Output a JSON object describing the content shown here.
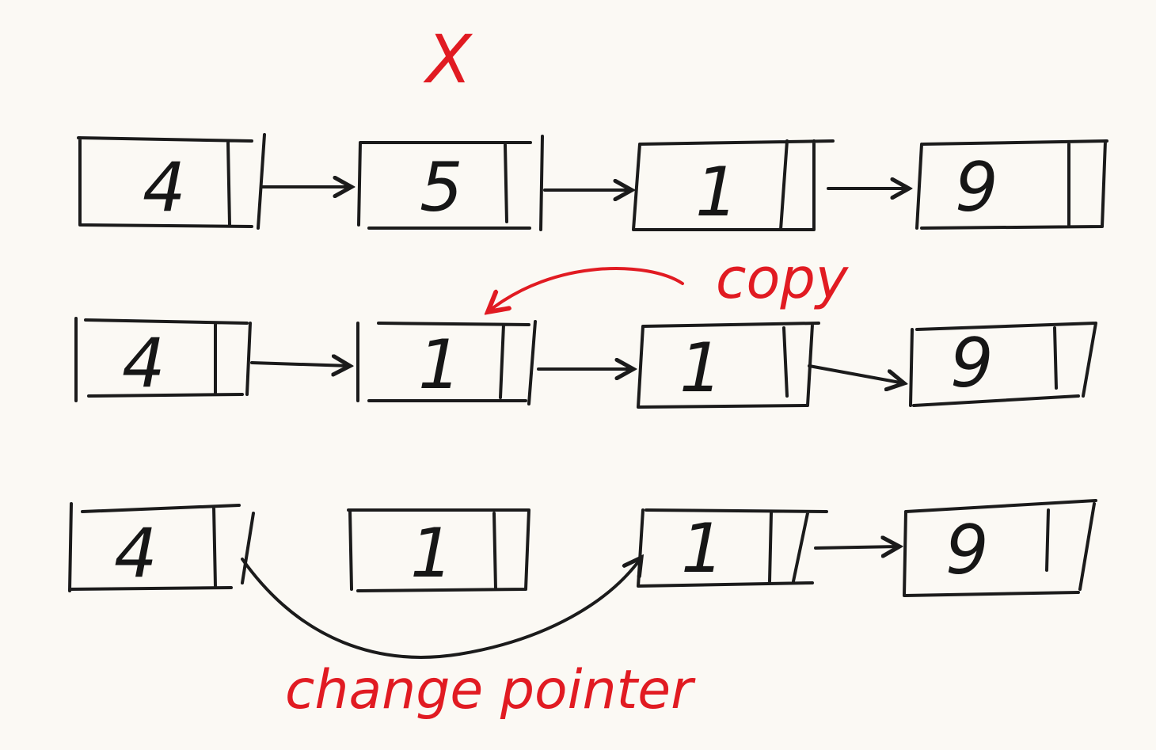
{
  "marker": {
    "text": "X",
    "color": "#e11b22"
  },
  "rows": [
    {
      "values": [
        "4",
        "5",
        "1",
        "9"
      ]
    },
    {
      "values": [
        "4",
        "1",
        "1",
        "9"
      ]
    },
    {
      "values": [
        "4",
        "1",
        "1",
        "9"
      ]
    }
  ],
  "annotations": {
    "copy": "copy",
    "change_pointer": "change pointer"
  },
  "colors": {
    "ink": "#1b1b1b",
    "accent": "#e11b22",
    "paper": "#fbf9f4"
  }
}
